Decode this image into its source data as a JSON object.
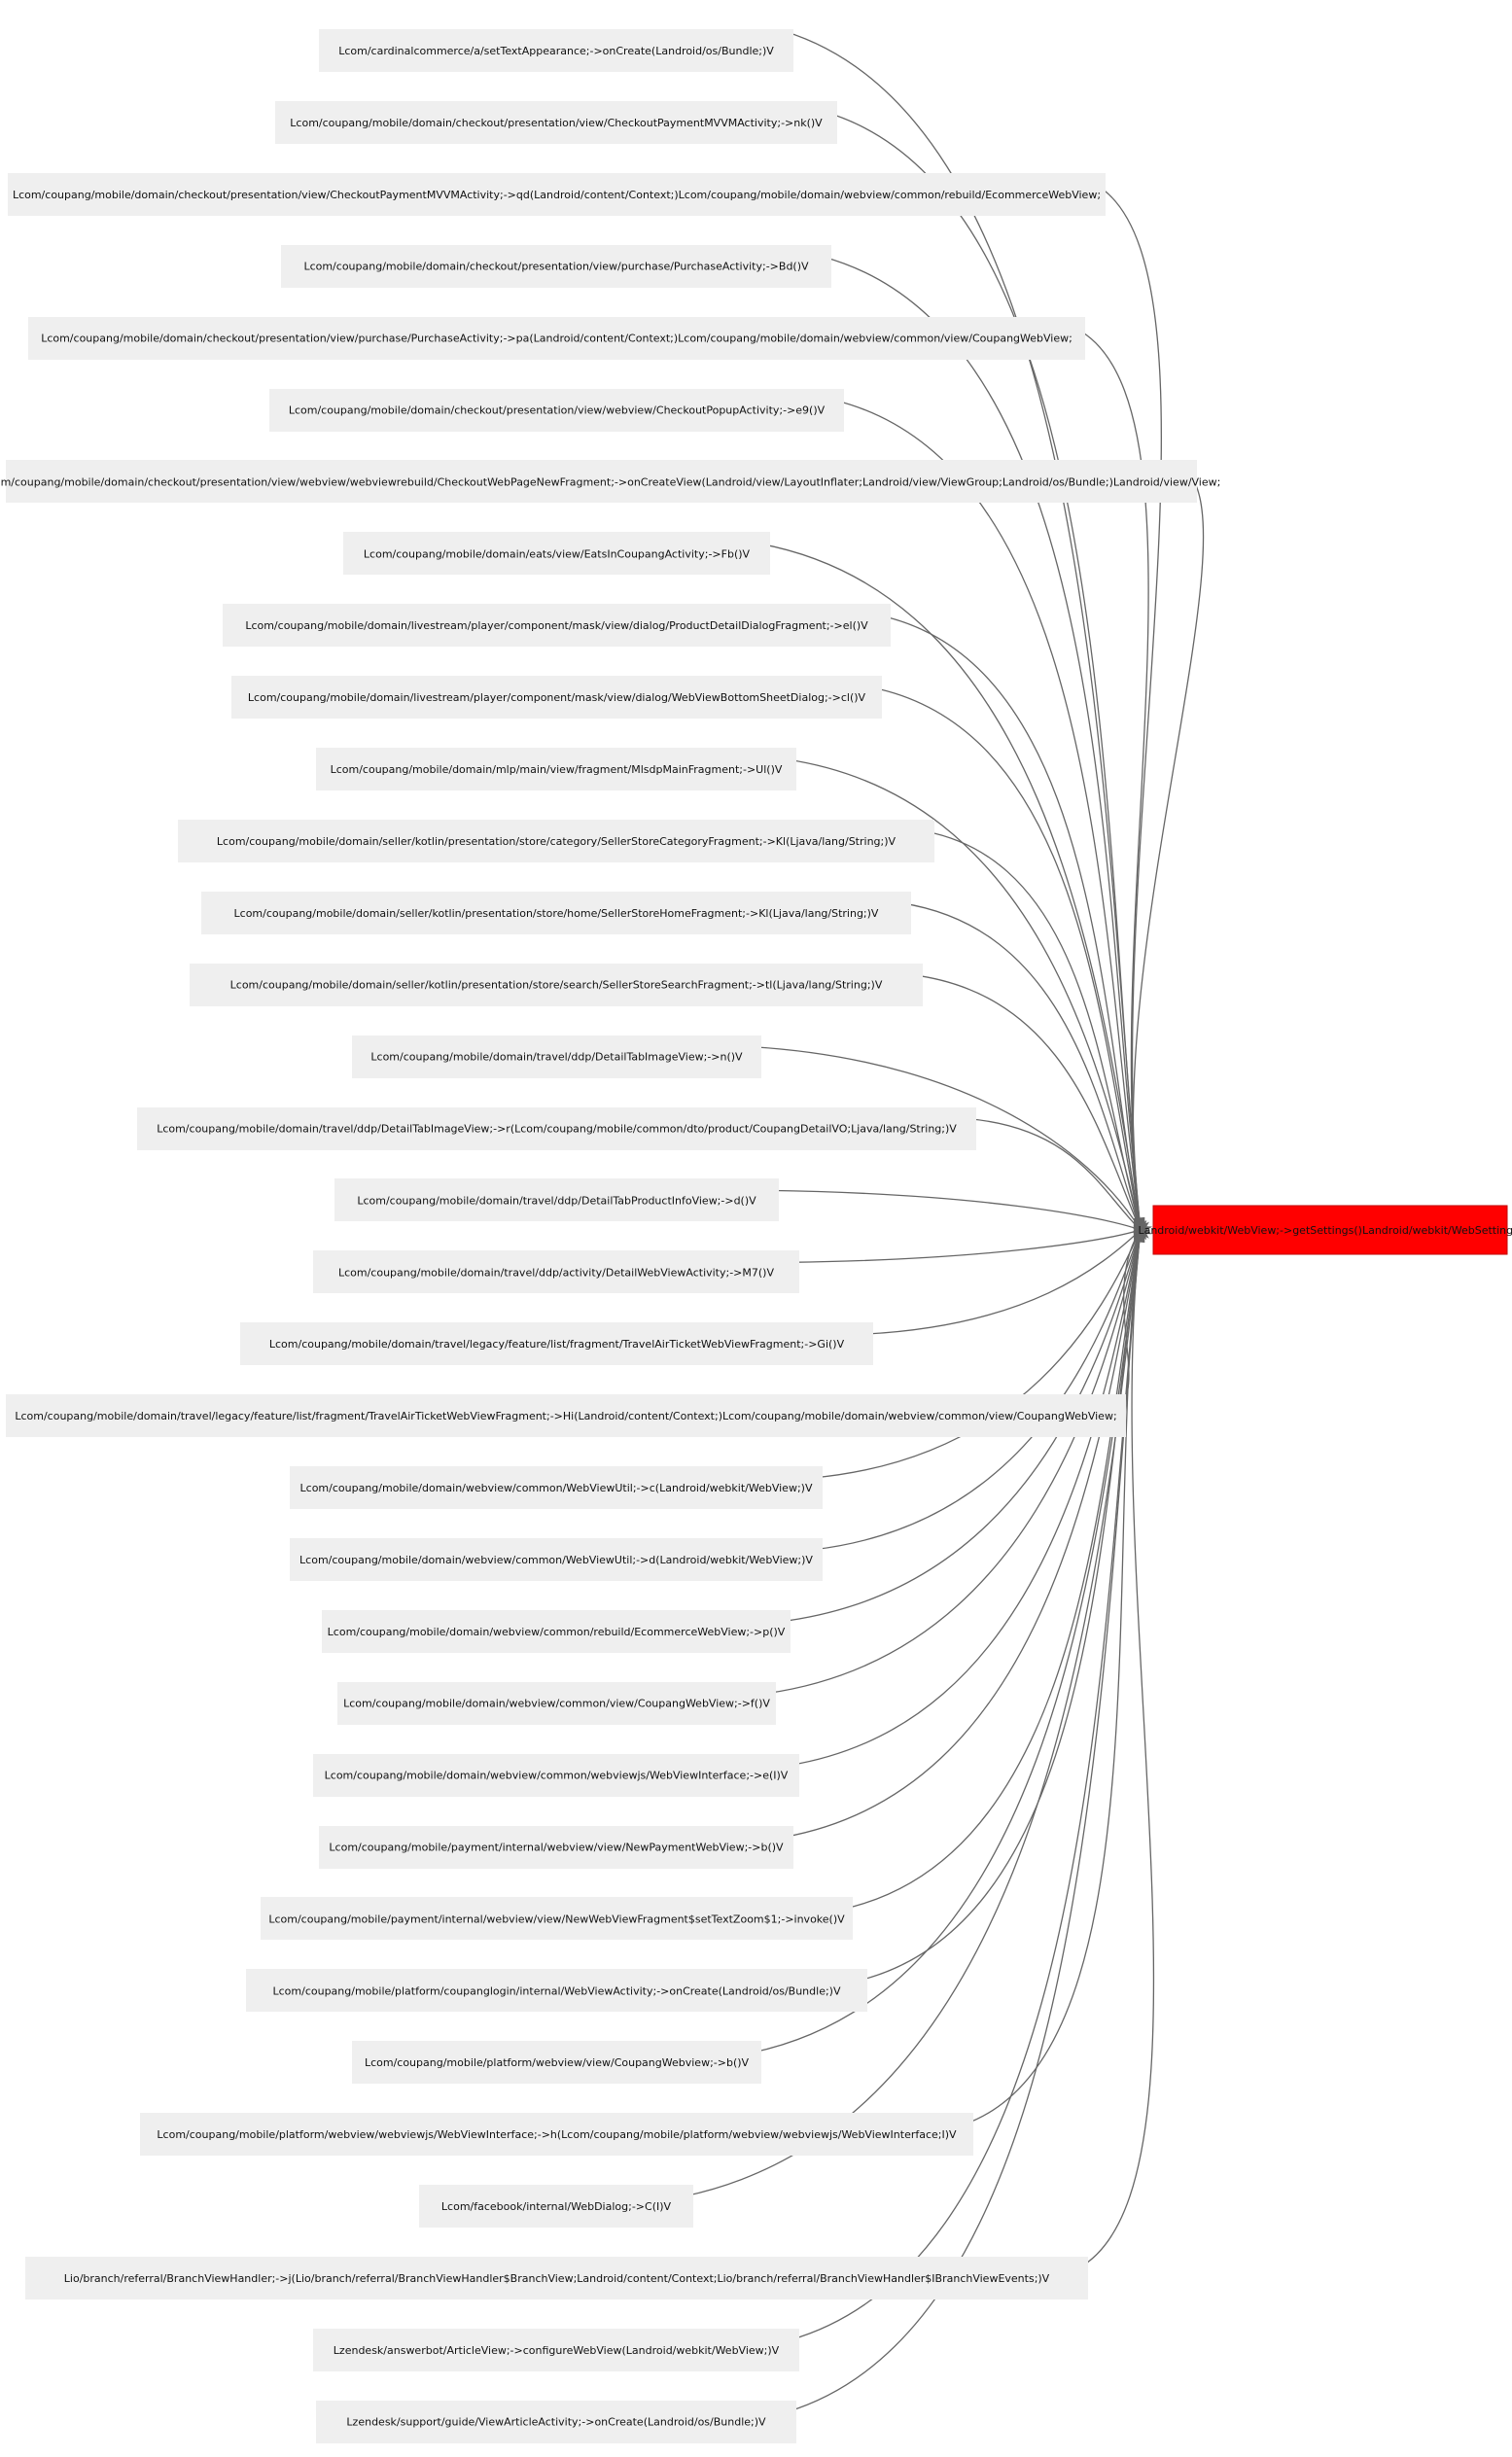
{
  "graph": {
    "target": {
      "label": "Landroid/webkit/WebView;->getSettings()Landroid/webkit/WebSettings;",
      "color": "#ff0000"
    },
    "edge_color": "#666666",
    "node_fill": "#efefef",
    "sources": [
      "Lcom/cardinalcommerce/a/setTextAppearance;->onCreate(Landroid/os/Bundle;)V",
      "Lcom/coupang/mobile/domain/checkout/presentation/view/CheckoutPaymentMVVMActivity;->nk()V",
      "Lcom/coupang/mobile/domain/checkout/presentation/view/CheckoutPaymentMVVMActivity;->qd(Landroid/content/Context;)Lcom/coupang/mobile/domain/webview/common/rebuild/EcommerceWebView;",
      "Lcom/coupang/mobile/domain/checkout/presentation/view/purchase/PurchaseActivity;->Bd()V",
      "Lcom/coupang/mobile/domain/checkout/presentation/view/purchase/PurchaseActivity;->pa(Landroid/content/Context;)Lcom/coupang/mobile/domain/webview/common/view/CoupangWebView;",
      "Lcom/coupang/mobile/domain/checkout/presentation/view/webview/CheckoutPopupActivity;->e9()V",
      "Lcom/coupang/mobile/domain/checkout/presentation/view/webview/webviewrebuild/CheckoutWebPageNewFragment;->onCreateView(Landroid/view/LayoutInflater;Landroid/view/ViewGroup;Landroid/os/Bundle;)Landroid/view/View;",
      "Lcom/coupang/mobile/domain/eats/view/EatsInCoupangActivity;->Fb()V",
      "Lcom/coupang/mobile/domain/livestream/player/component/mask/view/dialog/ProductDetailDialogFragment;->el()V",
      "Lcom/coupang/mobile/domain/livestream/player/component/mask/view/dialog/WebViewBottomSheetDialog;->cl()V",
      "Lcom/coupang/mobile/domain/mlp/main/view/fragment/MlsdpMainFragment;->Ul()V",
      "Lcom/coupang/mobile/domain/seller/kotlin/presentation/store/category/SellerStoreCategoryFragment;->Kl(Ljava/lang/String;)V",
      "Lcom/coupang/mobile/domain/seller/kotlin/presentation/store/home/SellerStoreHomeFragment;->Kl(Ljava/lang/String;)V",
      "Lcom/coupang/mobile/domain/seller/kotlin/presentation/store/search/SellerStoreSearchFragment;->tl(Ljava/lang/String;)V",
      "Lcom/coupang/mobile/domain/travel/ddp/DetailTabImageView;->n()V",
      "Lcom/coupang/mobile/domain/travel/ddp/DetailTabImageView;->r(Lcom/coupang/mobile/common/dto/product/CoupangDetailVO;Ljava/lang/String;)V",
      "Lcom/coupang/mobile/domain/travel/ddp/DetailTabProductInfoView;->d()V",
      "Lcom/coupang/mobile/domain/travel/ddp/activity/DetailWebViewActivity;->M7()V",
      "Lcom/coupang/mobile/domain/travel/legacy/feature/list/fragment/TravelAirTicketWebViewFragment;->Gi()V",
      "Lcom/coupang/mobile/domain/travel/legacy/feature/list/fragment/TravelAirTicketWebViewFragment;->Hi(Landroid/content/Context;)Lcom/coupang/mobile/domain/webview/common/view/CoupangWebView;",
      "Lcom/coupang/mobile/domain/webview/common/WebViewUtil;->c(Landroid/webkit/WebView;)V",
      "Lcom/coupang/mobile/domain/webview/common/WebViewUtil;->d(Landroid/webkit/WebView;)V",
      "Lcom/coupang/mobile/domain/webview/common/rebuild/EcommerceWebView;->p()V",
      "Lcom/coupang/mobile/domain/webview/common/view/CoupangWebView;->f()V",
      "Lcom/coupang/mobile/domain/webview/common/webviewjs/WebViewInterface;->e(I)V",
      "Lcom/coupang/mobile/payment/internal/webview/view/NewPaymentWebView;->b()V",
      "Lcom/coupang/mobile/payment/internal/webview/view/NewWebViewFragment$setTextZoom$1;->invoke()V",
      "Lcom/coupang/mobile/platform/coupanglogin/internal/WebViewActivity;->onCreate(Landroid/os/Bundle;)V",
      "Lcom/coupang/mobile/platform/webview/view/CoupangWebview;->b()V",
      "Lcom/coupang/mobile/platform/webview/webviewjs/WebViewInterface;->h(Lcom/coupang/mobile/platform/webview/webviewjs/WebViewInterface;I)V",
      "Lcom/facebook/internal/WebDialog;->C(I)V",
      "Lio/branch/referral/BranchViewHandler;->j(Lio/branch/referral/BranchViewHandler$BranchView;Landroid/content/Context;Lio/branch/referral/BranchViewHandler$IBranchViewEvents;)V",
      "Lzendesk/answerbot/ArticleView;->configureWebView(Landroid/webkit/WebView;)V",
      "Lzendesk/support/guide/ViewArticleActivity;->onCreate(Landroid/os/Bundle;)V"
    ]
  }
}
